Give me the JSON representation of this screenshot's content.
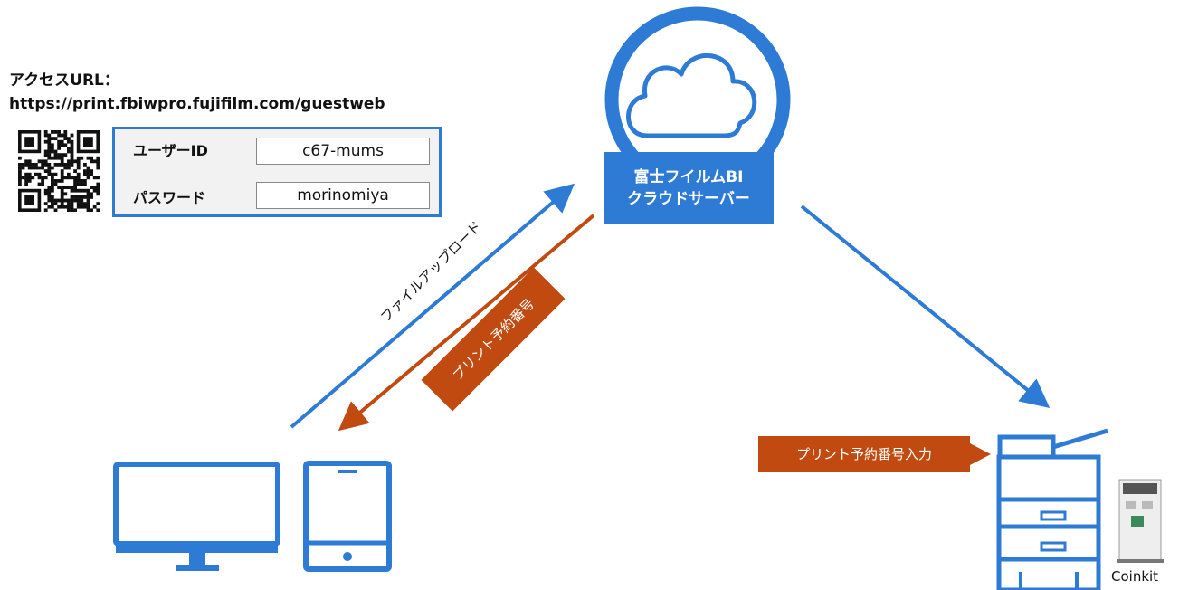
{
  "access": {
    "label": "アクセスURL：",
    "url": "https://print.fbiwpro.fujifilm.com/guestweb"
  },
  "credentials": {
    "user_label": "ユーザーID",
    "user_value": "c67-mums",
    "password_label": "パスワード",
    "password_value": "morinomiya"
  },
  "server": {
    "line1": "富士フイルムBI",
    "line2": "クラウドサーバー"
  },
  "flows": {
    "upload": "ファイルアップロード",
    "reservation": "プリント予約番号",
    "input": "プリント予約番号入力"
  },
  "devices": {
    "coinkit": "Coinkit"
  },
  "colors": {
    "blue": "#2e7bd6",
    "orange": "#c04a0f"
  },
  "icons": [
    "qr-code-icon",
    "cloud-icon",
    "desktop-monitor-icon",
    "tablet-icon",
    "multifunction-printer-icon",
    "coinkit-machine-icon"
  ]
}
